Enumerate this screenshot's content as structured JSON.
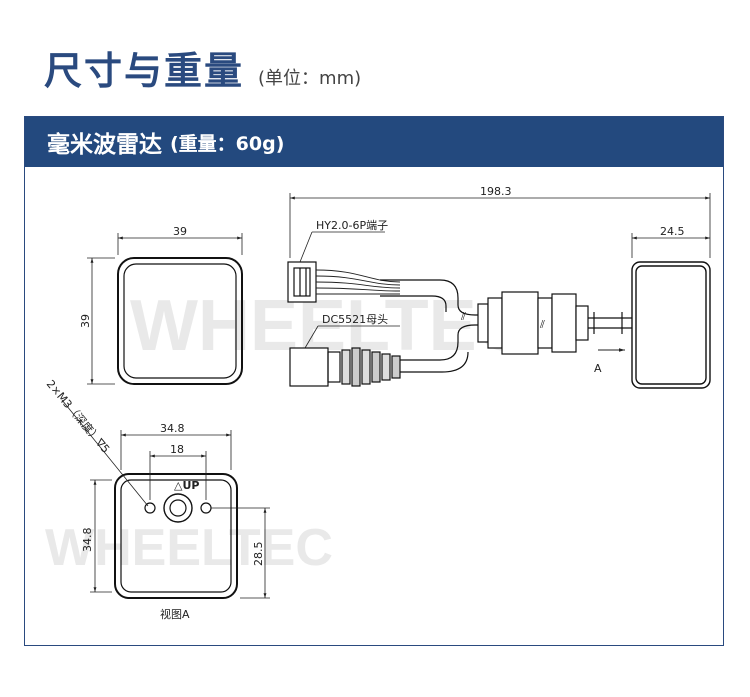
{
  "header": {
    "title": "尺寸与重量",
    "unit": "(单位：mm)"
  },
  "panel": {
    "title": "毫米波雷达",
    "weight": "(重量：60g)"
  },
  "diagram": {
    "watermark": "WHEELTEC",
    "front": {
      "width": "39",
      "height": "39"
    },
    "cable": {
      "total_length": "198.3",
      "connector_label": "HY2.0-6P端子",
      "power_label": "DC5521母头",
      "side_depth": "24.5",
      "view_arrow": "A"
    },
    "back_view": {
      "screw_note": "2×M3（深度）∇5",
      "width": "34.8",
      "hole_spacing": "18",
      "height": "34.8",
      "hole_height": "28.5",
      "up_label": "△UP",
      "caption": "视图A"
    }
  },
  "colors": {
    "accent": "#23497e",
    "title": "#2a4a7f"
  }
}
